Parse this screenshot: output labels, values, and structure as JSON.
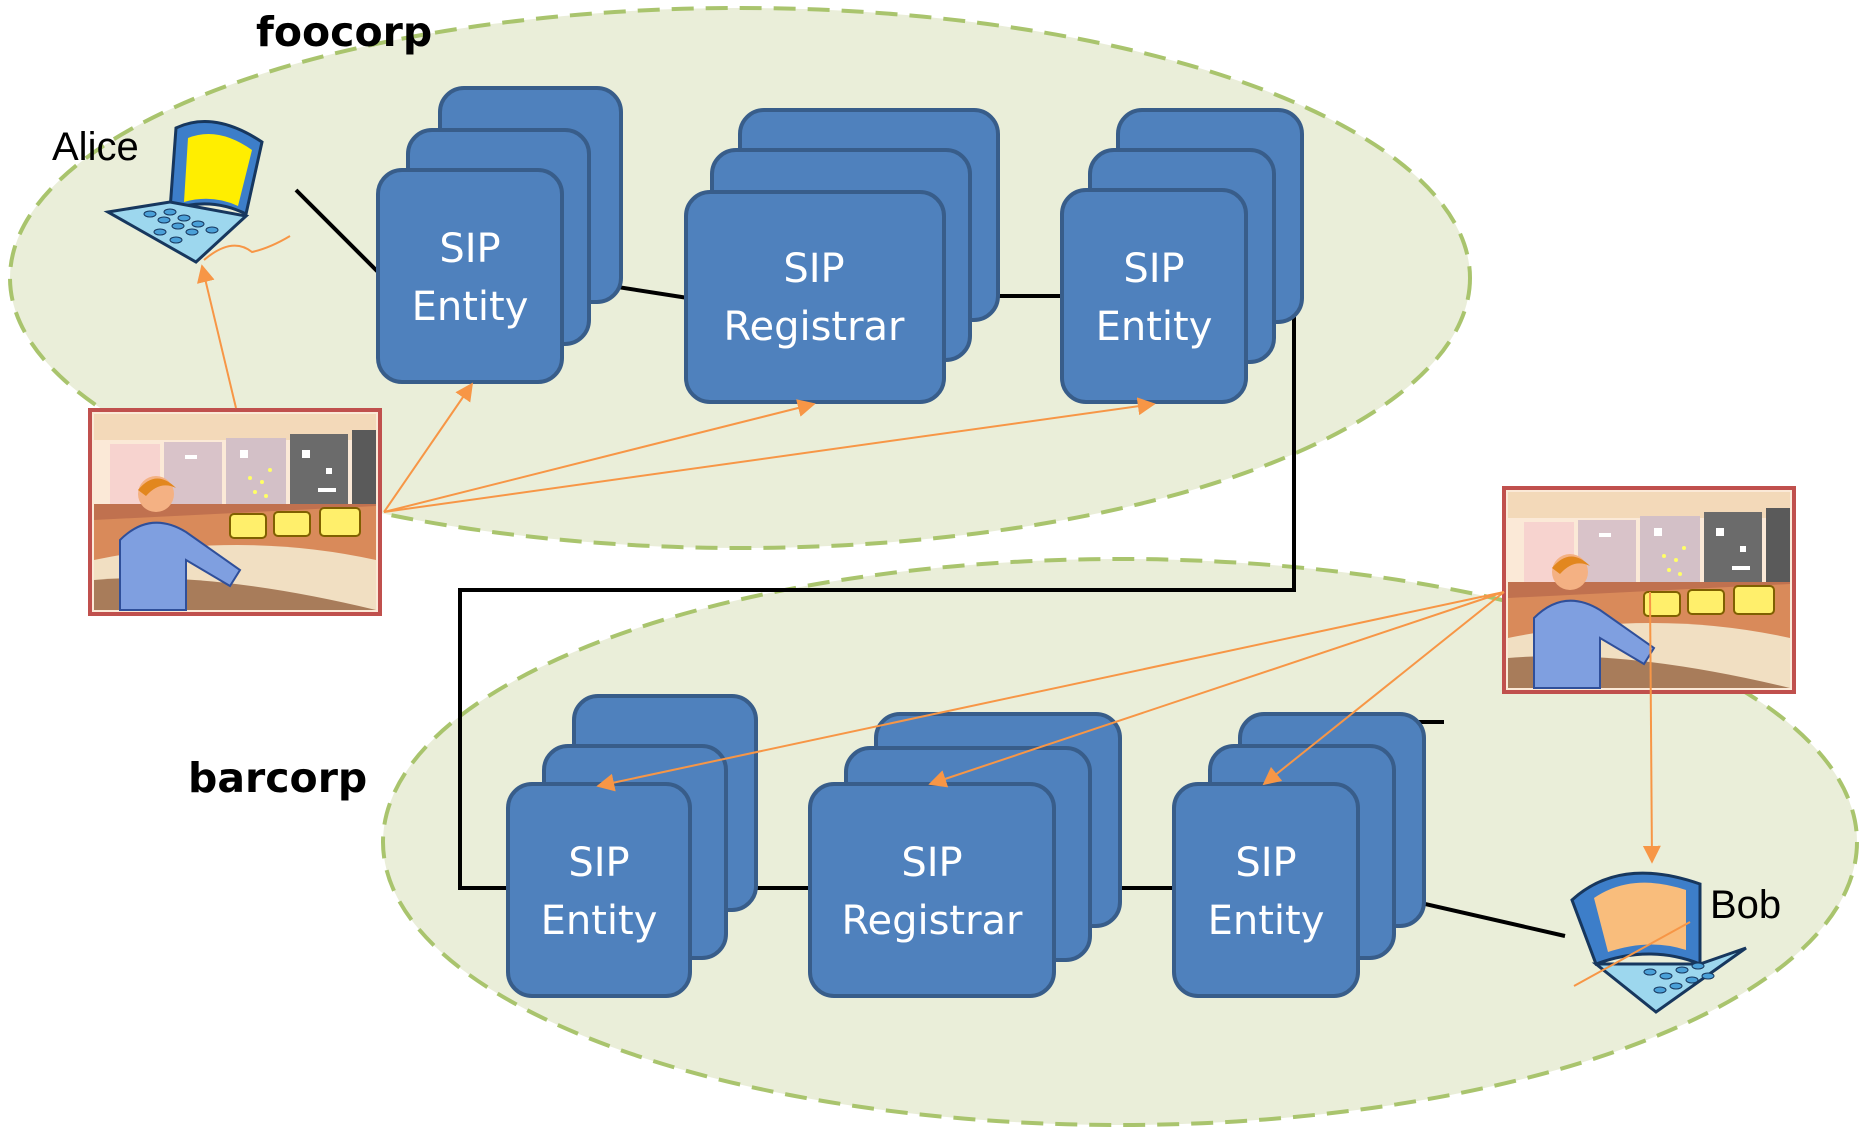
{
  "zones": {
    "foocorp": "foocorp",
    "barcorp": "barcorp"
  },
  "users": {
    "alice": "Alice",
    "bob": "Bob"
  },
  "foocorp_entities": [
    {
      "line1": "SIP",
      "line2": "Entity"
    },
    {
      "line1": "SIP",
      "line2": "Registrar"
    },
    {
      "line1": "SIP",
      "line2": "Entity"
    }
  ],
  "barcorp_entities": [
    {
      "line1": "SIP",
      "line2": "Entity"
    },
    {
      "line1": "SIP",
      "line2": "Registrar"
    },
    {
      "line1": "SIP",
      "line2": "Entity"
    }
  ],
  "colors": {
    "box_fill": "#4f81bd",
    "box_stroke": "#385d8a",
    "zone_fill": "#eaeed9",
    "zone_stroke": "#a9c46d",
    "monitor_arrow": "#f79646"
  },
  "icons": {
    "alice_device": "laptop-icon",
    "bob_device": "laptop-icon",
    "foocorp_monitor": "operator-console-icon",
    "barcorp_monitor": "operator-console-icon"
  }
}
